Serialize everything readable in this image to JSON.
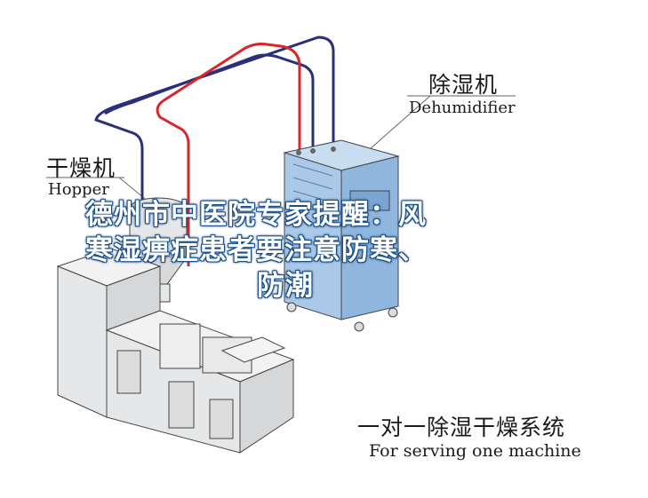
{
  "labels": {
    "dehumidifier_cn": "除湿机",
    "dehumidifier_en": "Dehumidifier",
    "hopper_cn": "干燥机",
    "hopper_en": "Hopper",
    "caption_cn": "一对一除湿干燥系统",
    "caption_en": "For serving one machine"
  },
  "overlay": {
    "line1": "德州市中医院专家提醒：风",
    "line2": "寒湿痹症患者要注意防寒、",
    "line3": "防潮"
  },
  "colors": {
    "pipe_blue": "#2a2f7a",
    "pipe_red": "#d8262b",
    "cabinet_blue": "#aac9e8",
    "machine_gray": "#e6e7e8",
    "outline": "#444444",
    "overlay_text": "#ffffff",
    "overlay_outline": "#1b4f8a"
  }
}
